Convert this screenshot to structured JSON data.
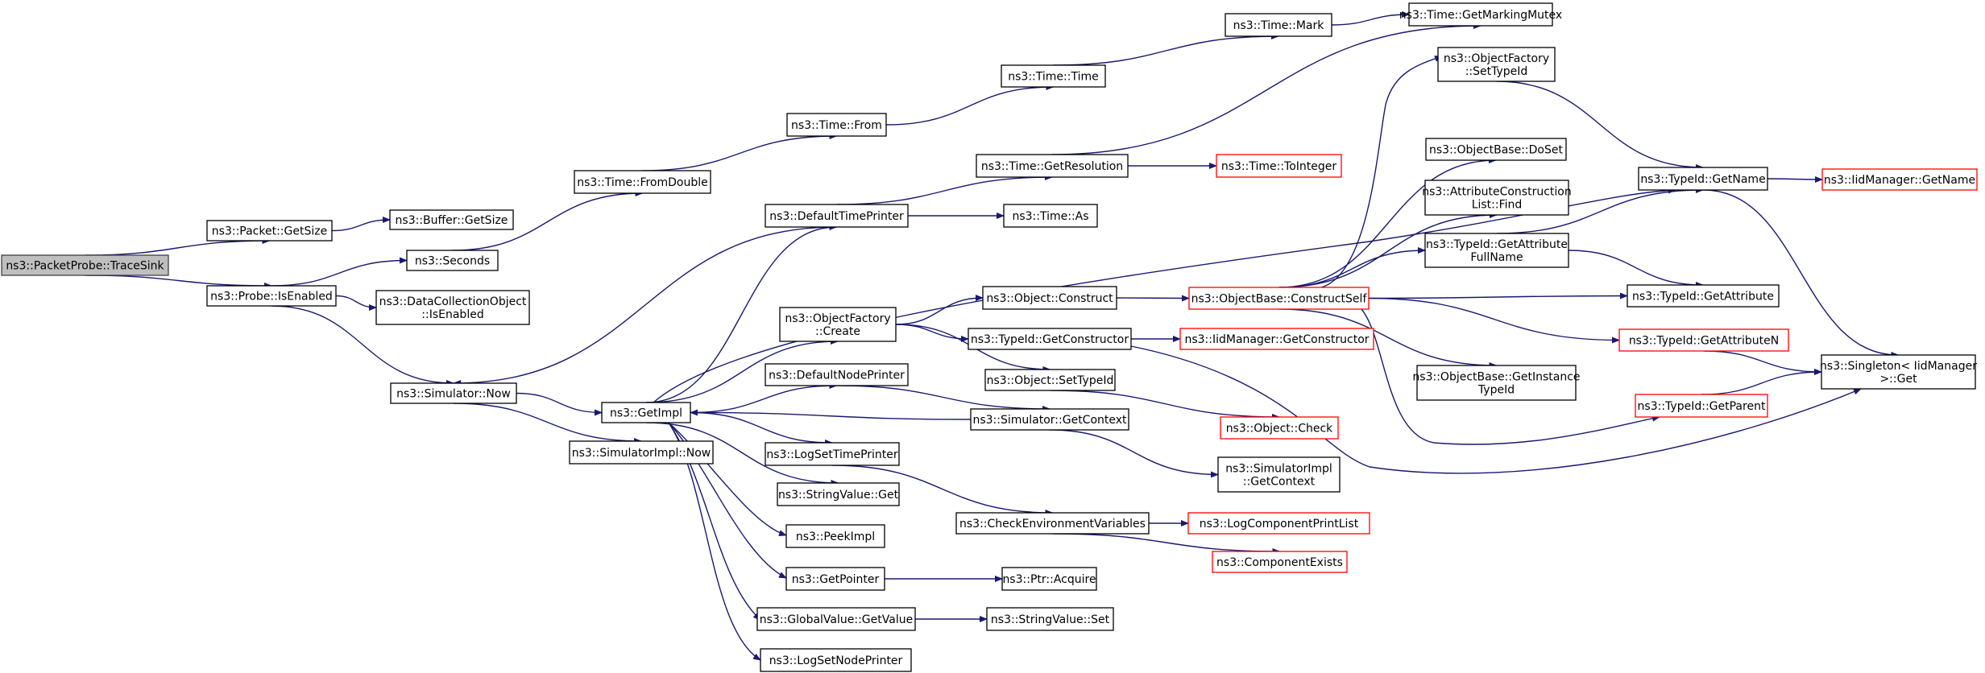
{
  "diagram": {
    "type": "call-graph",
    "colors": {
      "edge": "#191970",
      "root_fill": "#bfbfbf",
      "truncated_border": "#ff0000",
      "node_border": "#000000"
    },
    "nodes": [
      {
        "id": "root",
        "lines": [
          "ns3::PacketProbe::TraceSink"
        ],
        "style": "root"
      },
      {
        "id": "getsize",
        "lines": [
          "ns3::Packet::GetSize"
        ]
      },
      {
        "id": "bufsize",
        "lines": [
          "ns3::Buffer::GetSize"
        ]
      },
      {
        "id": "isenabled",
        "lines": [
          "ns3::Probe::IsEnabled"
        ]
      },
      {
        "id": "seconds",
        "lines": [
          "ns3::Seconds"
        ]
      },
      {
        "id": "dcoenabled",
        "lines": [
          "ns3::DataCollectionObject",
          "::IsEnabled"
        ]
      },
      {
        "id": "simnow",
        "lines": [
          "ns3::Simulator::Now"
        ]
      },
      {
        "id": "fromdouble",
        "lines": [
          "ns3::Time::FromDouble"
        ]
      },
      {
        "id": "timefrom",
        "lines": [
          "ns3::Time::From"
        ]
      },
      {
        "id": "timetime",
        "lines": [
          "ns3::Time::Time"
        ]
      },
      {
        "id": "mark",
        "lines": [
          "ns3::Time::Mark"
        ]
      },
      {
        "id": "markmutex",
        "lines": [
          "ns3::Time::GetMarkingMutex"
        ]
      },
      {
        "id": "getres",
        "lines": [
          "ns3::Time::GetResolution"
        ]
      },
      {
        "id": "tointeger",
        "lines": [
          "ns3::Time::ToInteger"
        ],
        "style": "truncated"
      },
      {
        "id": "dtp",
        "lines": [
          "ns3::DefaultTimePrinter"
        ]
      },
      {
        "id": "timeas",
        "lines": [
          "ns3::Time::As"
        ]
      },
      {
        "id": "getimpl",
        "lines": [
          "ns3::GetImpl"
        ]
      },
      {
        "id": "siminow",
        "lines": [
          "ns3::SimulatorImpl::Now"
        ]
      },
      {
        "id": "ofcreate",
        "lines": [
          "ns3::ObjectFactory",
          "::Create"
        ]
      },
      {
        "id": "dnp",
        "lines": [
          "ns3::DefaultNodePrinter"
        ]
      },
      {
        "id": "lstp",
        "lines": [
          "ns3::LogSetTimePrinter"
        ]
      },
      {
        "id": "svget",
        "lines": [
          "ns3::StringValue::Get"
        ]
      },
      {
        "id": "peekimpl",
        "lines": [
          "ns3::PeekImpl"
        ]
      },
      {
        "id": "getpointer",
        "lines": [
          "ns3::GetPointer"
        ]
      },
      {
        "id": "gvget",
        "lines": [
          "ns3::GlobalValue::GetValue"
        ]
      },
      {
        "id": "lsnp",
        "lines": [
          "ns3::LogSetNodePrinter"
        ]
      },
      {
        "id": "objconstruct",
        "lines": [
          "ns3::Object::Construct"
        ]
      },
      {
        "id": "getctor",
        "lines": [
          "ns3::TypeId::GetConstructor"
        ]
      },
      {
        "id": "objsettid",
        "lines": [
          "ns3::Object::SetTypeId"
        ]
      },
      {
        "id": "simctx",
        "lines": [
          "ns3::Simulator::GetContext"
        ]
      },
      {
        "id": "cev",
        "lines": [
          "ns3::CheckEnvironmentVariables"
        ]
      },
      {
        "id": "ptracq",
        "lines": [
          "ns3::Ptr::Acquire"
        ]
      },
      {
        "id": "svset",
        "lines": [
          "ns3::StringValue::Set"
        ]
      },
      {
        "id": "constructself",
        "lines": [
          "ns3::ObjectBase::ConstructSelf"
        ],
        "style": "truncated"
      },
      {
        "id": "iidctor",
        "lines": [
          "ns3::IidManager::GetConstructor"
        ],
        "style": "truncated"
      },
      {
        "id": "objcheck",
        "lines": [
          "ns3::Object::Check"
        ],
        "style": "truncated"
      },
      {
        "id": "simictx",
        "lines": [
          "ns3::SimulatorImpl",
          "::GetContext"
        ]
      },
      {
        "id": "lcpl",
        "lines": [
          "ns3::LogComponentPrintList"
        ],
        "style": "truncated"
      },
      {
        "id": "compexists",
        "lines": [
          "ns3::ComponentExists"
        ],
        "style": "truncated"
      },
      {
        "id": "ofsettid",
        "lines": [
          "ns3::ObjectFactory",
          "::SetTypeId"
        ]
      },
      {
        "id": "doset",
        "lines": [
          "ns3::ObjectBase::DoSet"
        ]
      },
      {
        "id": "aclfind",
        "lines": [
          "ns3::AttributeConstruction",
          "List::Find"
        ]
      },
      {
        "id": "getattrfull",
        "lines": [
          "ns3::TypeId::GetAttribute",
          "FullName"
        ]
      },
      {
        "id": "instancetid",
        "lines": [
          "ns3::ObjectBase::GetInstance",
          "TypeId"
        ]
      },
      {
        "id": "tidname",
        "lines": [
          "ns3::TypeId::GetName"
        ]
      },
      {
        "id": "tidattr",
        "lines": [
          "ns3::TypeId::GetAttribute"
        ]
      },
      {
        "id": "tidattrn",
        "lines": [
          "ns3::TypeId::GetAttributeN"
        ],
        "style": "truncated"
      },
      {
        "id": "tidparent",
        "lines": [
          "ns3::TypeId::GetParent"
        ],
        "style": "truncated"
      },
      {
        "id": "iidname",
        "lines": [
          "ns3::IidManager::GetName"
        ],
        "style": "truncated"
      },
      {
        "id": "singleton",
        "lines": [
          "ns3::Singleton< IidManager",
          " >::Get"
        ]
      }
    ],
    "edges": [
      [
        "root",
        "getsize"
      ],
      [
        "root",
        "isenabled"
      ],
      [
        "getsize",
        "bufsize"
      ],
      [
        "isenabled",
        "seconds"
      ],
      [
        "isenabled",
        "dcoenabled"
      ],
      [
        "isenabled",
        "simnow"
      ],
      [
        "seconds",
        "fromdouble"
      ],
      [
        "fromdouble",
        "timefrom"
      ],
      [
        "timefrom",
        "timetime"
      ],
      [
        "timetime",
        "mark"
      ],
      [
        "mark",
        "markmutex"
      ],
      [
        "getres",
        "markmutex"
      ],
      [
        "getres",
        "tointeger"
      ],
      [
        "dtp",
        "getres"
      ],
      [
        "dtp",
        "timeas"
      ],
      [
        "dtp",
        "simnow"
      ],
      [
        "simnow",
        "getimpl"
      ],
      [
        "simnow",
        "siminow"
      ],
      [
        "getimpl",
        "dtp"
      ],
      [
        "getimpl",
        "ofcreate"
      ],
      [
        "getimpl",
        "dnp"
      ],
      [
        "getimpl",
        "lstp"
      ],
      [
        "getimpl",
        "svget"
      ],
      [
        "getimpl",
        "peekimpl"
      ],
      [
        "getimpl",
        "getpointer"
      ],
      [
        "getimpl",
        "gvget"
      ],
      [
        "getimpl",
        "lsnp"
      ],
      [
        "getimpl",
        "tidname"
      ],
      [
        "simctx",
        "getimpl"
      ],
      [
        "dnp",
        "simctx"
      ],
      [
        "ofcreate",
        "objconstruct"
      ],
      [
        "ofcreate",
        "getctor"
      ],
      [
        "ofcreate",
        "objsettid"
      ],
      [
        "objconstruct",
        "constructself"
      ],
      [
        "getctor",
        "iidctor"
      ],
      [
        "getctor",
        "singleton"
      ],
      [
        "objsettid",
        "objcheck"
      ],
      [
        "simctx",
        "simictx"
      ],
      [
        "lstp",
        "cev"
      ],
      [
        "cev",
        "lcpl"
      ],
      [
        "cev",
        "compexists"
      ],
      [
        "getpointer",
        "ptracq"
      ],
      [
        "gvget",
        "svset"
      ],
      [
        "constructself",
        "ofsettid"
      ],
      [
        "constructself",
        "doset"
      ],
      [
        "constructself",
        "aclfind"
      ],
      [
        "constructself",
        "getattrfull"
      ],
      [
        "constructself",
        "tidattr"
      ],
      [
        "constructself",
        "tidattrn"
      ],
      [
        "constructself",
        "instancetid"
      ],
      [
        "constructself",
        "tidparent"
      ],
      [
        "ofsettid",
        "tidname"
      ],
      [
        "getattrfull",
        "tidname"
      ],
      [
        "getattrfull",
        "tidattr"
      ],
      [
        "tidname",
        "iidname"
      ],
      [
        "tidname",
        "singleton"
      ],
      [
        "tidattrn",
        "singleton"
      ],
      [
        "tidparent",
        "singleton"
      ]
    ]
  }
}
